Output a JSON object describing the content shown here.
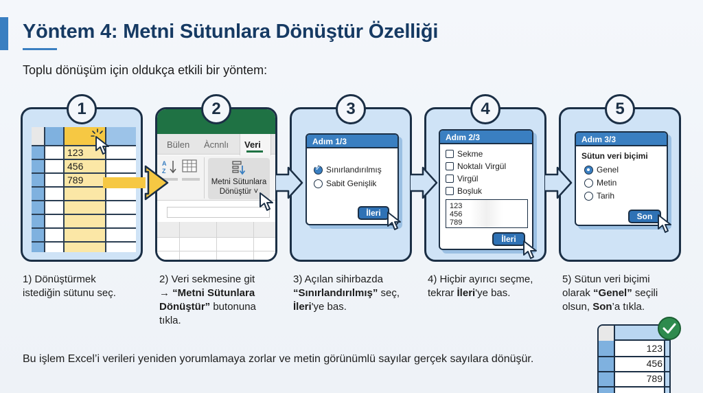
{
  "header": {
    "title": "Yöntem 4: Metni Sütunlara Dönüştür Özelliği",
    "subtitle": "Toplu dönüşüm için oldukça etkili bir yöntem:"
  },
  "colors": {
    "accent": "#3a7fc1",
    "title": "#163a63",
    "outline": "#1b2f45",
    "panel_bg": "#cfe3f6",
    "highlight_yellow": "#fbe7a6",
    "arrow_yellow": "#f6c843",
    "excel_green": "#1f7244",
    "success_green": "#2e8b4e"
  },
  "steps": [
    {
      "number": "1",
      "sheet": {
        "values": [
          "123",
          "456",
          "789"
        ]
      },
      "caption": {
        "line1": "1) Dönüştürmek",
        "line2": "istediğin sütunu seç."
      }
    },
    {
      "number": "2",
      "ribbon": {
        "tabs": [
          "Bülen",
          "Àcnnlı",
          "Veri"
        ],
        "active_tab": "Veri",
        "button_line1": "Metni Sütunlara",
        "button_line2": "Dönüştür ˅"
      },
      "caption": {
        "pre": "2) Veri sekmesine git",
        "arrow": "→ ",
        "bold1": "“Metni Sütunlara",
        "bold2": "Dönüştür”",
        "post": " butonuna",
        "last": "tıkla."
      }
    },
    {
      "number": "3",
      "dialog": {
        "title": "Adım 1/3",
        "options": [
          {
            "label": "Sınırlandırılmış",
            "selected": true
          },
          {
            "label": "Sabit Genişlik",
            "selected": false
          }
        ],
        "button": "İleri"
      },
      "caption": {
        "line1": "3) Açılan sihirbazda",
        "bold": "“Sınırlandırılmış”",
        "mid": " seç,",
        "bold2": "İleri",
        "post": "'ye bas."
      }
    },
    {
      "number": "4",
      "dialog": {
        "title": "Adım 2/3",
        "checkboxes": [
          "Sekme",
          "Noktalı Virgül",
          "Virgül",
          "Boşluk"
        ],
        "preview": [
          "123",
          "456",
          "789"
        ],
        "button": "İleri"
      },
      "caption": {
        "line1": "4) Hiçbir ayırıcı seçme,",
        "pre": "tekrar ",
        "bold": "İleri",
        "post": "'ye bas."
      }
    },
    {
      "number": "5",
      "dialog": {
        "title": "Adım 3/3",
        "label": "Sütun veri biçimi",
        "options": [
          {
            "label": "Genel",
            "selected": true
          },
          {
            "label": "Metin",
            "selected": false
          },
          {
            "label": "Tarih",
            "selected": false
          }
        ],
        "button": "Son"
      },
      "caption": {
        "line1": "5) Sütun veri biçimi",
        "pre": "olarak ",
        "bold": "“Genel”",
        "mid": " seçili",
        "pre2": "olsun, ",
        "bold2": "Son",
        "post": "’a tıkla."
      }
    }
  ],
  "footer": "Bu işlem Excel’i verileri yeniden yorumlamaya zorlar ve metin görünümlü sayılar gerçek sayılara dönüşür.",
  "result": {
    "values": [
      "123",
      "456",
      "789"
    ]
  }
}
